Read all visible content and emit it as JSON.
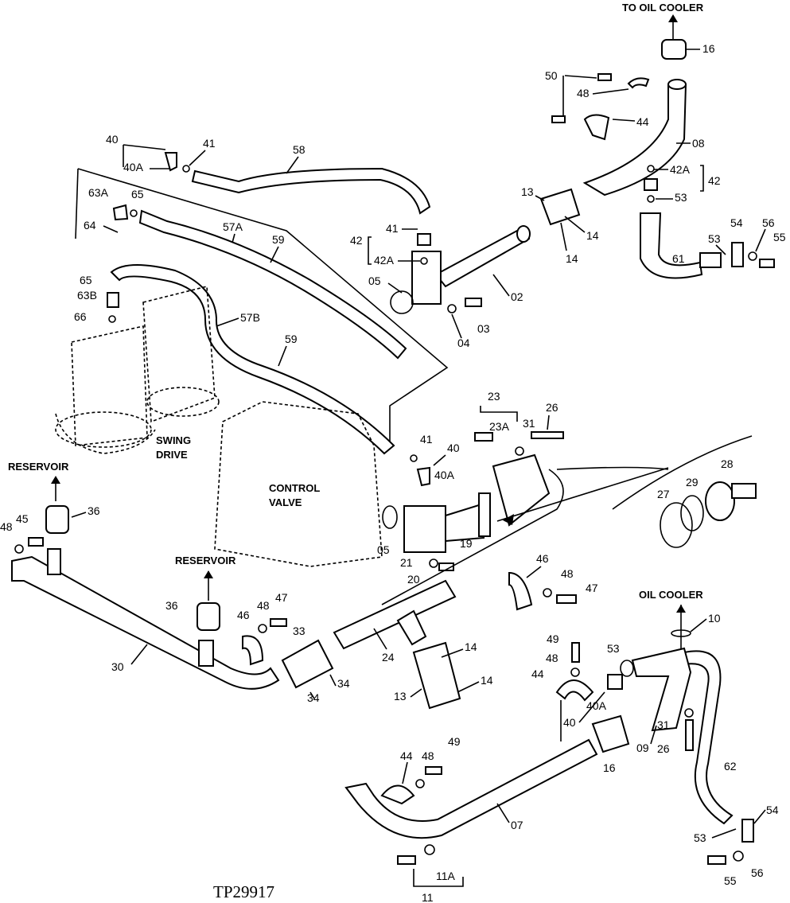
{
  "labels": {
    "to_oil_cooler": "TO OIL COOLER",
    "oil_cooler": "OIL COOLER",
    "reservoir_left": "RESERVOIR",
    "reservoir_mid": "RESERVOIR",
    "swing_drive_1": "SWING",
    "swing_drive_2": "DRIVE",
    "control_valve_1": "CONTROL",
    "control_valve_2": "VALVE",
    "figure_code": "TP29917"
  },
  "callouts": {
    "c16a": "16",
    "c50": "50",
    "c48a": "48",
    "c44a": "44",
    "c08": "08",
    "c42Aa": "42A",
    "c42a": "42",
    "c53a": "53",
    "c54a": "54",
    "c56a": "56",
    "c55a": "55",
    "c53b": "53",
    "c61": "61",
    "c13a": "13",
    "c14a": "14",
    "c14b": "14",
    "c02": "02",
    "c03": "03",
    "c04": "04",
    "c05a": "05",
    "c41a": "41",
    "c42b": "42",
    "c42Ab": "42A",
    "c58": "58",
    "c40a": "40",
    "c40Aa": "40A",
    "c41b": "41",
    "c63A": "63A",
    "c65a": "65",
    "c64": "64",
    "c57A": "57A",
    "c59a": "59",
    "c65b": "65",
    "c63B": "63B",
    "c66": "66",
    "c57B": "57B",
    "c59b": "59",
    "c23": "23",
    "c23A": "23A",
    "c31a": "31",
    "c26a": "26",
    "c41c": "41",
    "c40b": "40",
    "c40Ab": "40A",
    "c28": "28",
    "c27": "27",
    "c29": "29",
    "c05b": "05",
    "c19": "19",
    "c21": "21",
    "c20": "20",
    "c36a": "36",
    "c45": "45",
    "c48b": "48",
    "c46a": "46",
    "c48c": "48",
    "c47a": "47",
    "c36b": "36",
    "c46b": "46",
    "c48d": "48",
    "c47b": "47",
    "c30": "30",
    "c33": "33",
    "c34a": "34",
    "c34b": "34",
    "c24": "24",
    "c14c": "14",
    "c14d": "14",
    "c13b": "13",
    "c10": "10",
    "c49a": "49",
    "c48e": "48",
    "c53c": "53",
    "c44b": "44",
    "c40c": "40",
    "c40Ac": "40A",
    "c31b": "31",
    "c26b": "26",
    "c09": "09",
    "c16b": "16",
    "c62": "62",
    "c49b": "49",
    "c48f": "48",
    "c44c": "44",
    "c07": "07",
    "c54b": "54",
    "c53d": "53",
    "c55b": "55",
    "c56b": "56",
    "c11A": "11A",
    "c11": "11"
  }
}
